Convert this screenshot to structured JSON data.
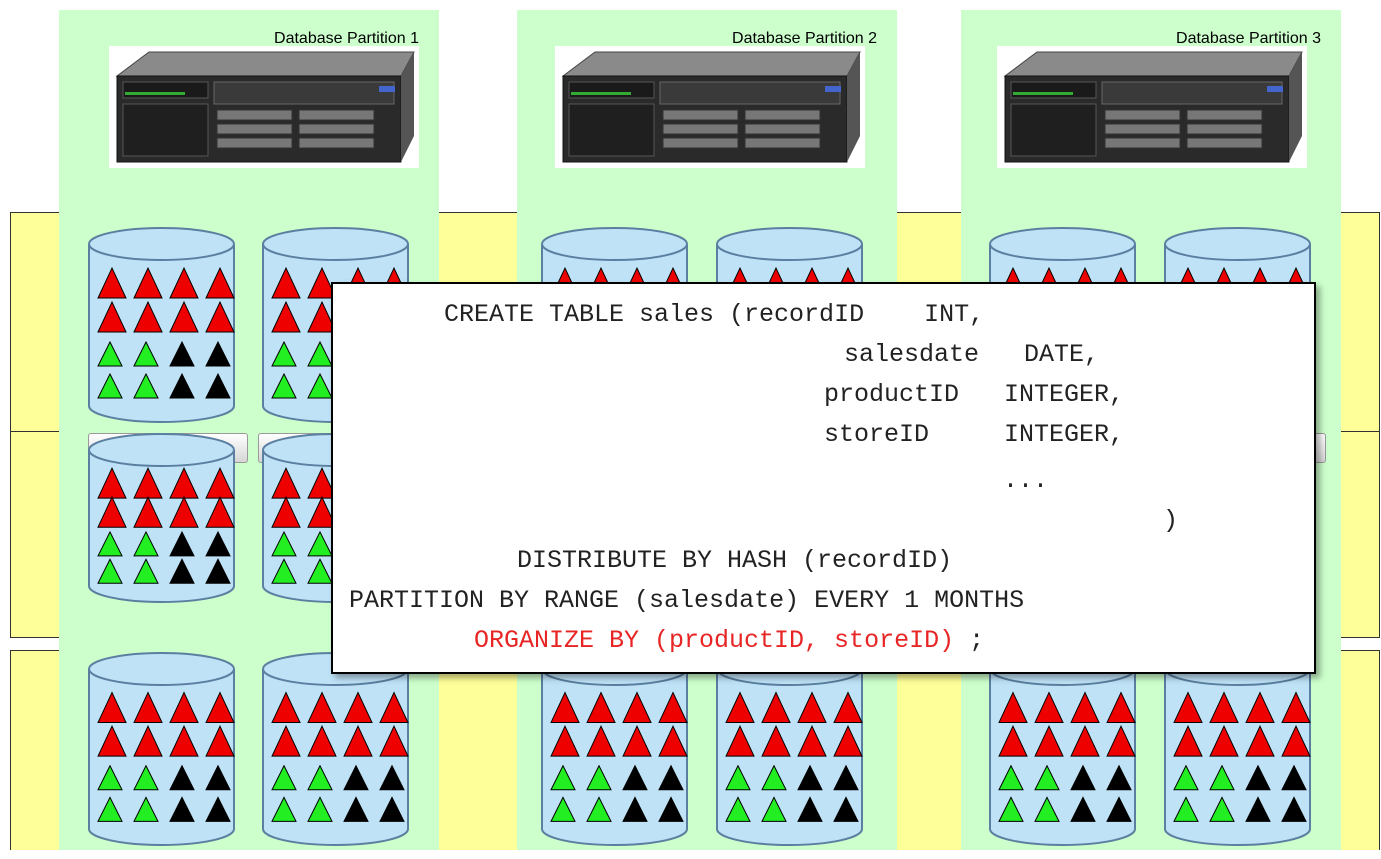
{
  "partitions": [
    {
      "label": "Database Partition 1"
    },
    {
      "label": "Database Partition 2"
    },
    {
      "label": "Database Partition 3"
    }
  ],
  "colors": {
    "partition_bg": "#ccffcc",
    "band_bg": "#ffff99",
    "cylinder_fill": "#bfe2f7",
    "cylinder_stroke": "#5a7fa0",
    "triangle_red": "#ee0000",
    "triangle_green": "#22ee22",
    "triangle_black": "#000000",
    "highlight_text": "#e82525"
  },
  "icons": {
    "server": "server-rack-icon",
    "storage": "storage-cylinder-icon",
    "data_block": "triangle-icon"
  },
  "sql": {
    "line1": "CREATE TABLE sales (recordID    INT,",
    "line2": "salesdate   DATE,",
    "line3": "productID   INTEGER,",
    "line4": "storeID     INTEGER,",
    "line5": "...",
    "line6": ")",
    "line7": "DISTRIBUTE BY HASH (recordID)",
    "line8": "PARTITION BY RANGE (salesdate) EVERY 1 MONTHS",
    "line9_red": "ORGANIZE BY (productID, storeID)",
    "line9_end": " ;"
  }
}
